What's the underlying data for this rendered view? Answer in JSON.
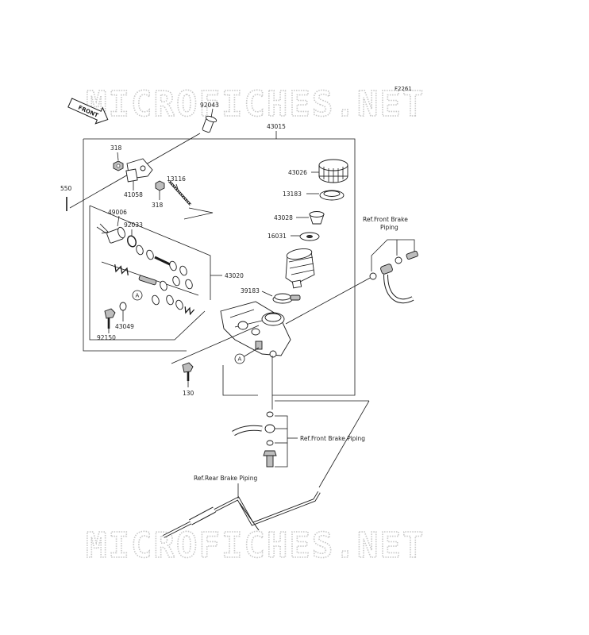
{
  "figure_code": "F2261",
  "watermark": "MICROFICHES.NET",
  "front_marker": "FRONT",
  "part_numbers": {
    "p92043": "92043",
    "p43015": "43015",
    "p318a": "318",
    "p318b": "318",
    "p550": "550",
    "p41058": "41058",
    "p13116": "13116",
    "p43026": "43026",
    "p13183": "13183",
    "p43028": "43028",
    "p16031": "16031",
    "p49006": "49006",
    "p92033": "92033",
    "p43020": "43020",
    "p39183": "39183",
    "p43049": "43049",
    "p92150": "92150",
    "p130": "130"
  },
  "callouts": {
    "a1": "A",
    "a2": "A"
  },
  "references": {
    "front_brake_top_line1": "Ref.Front Brake",
    "front_brake_top_line2": "Piping",
    "front_brake_mid": "Ref.Front Brake Piping",
    "rear_brake": "Ref.Rear Brake Piping"
  }
}
